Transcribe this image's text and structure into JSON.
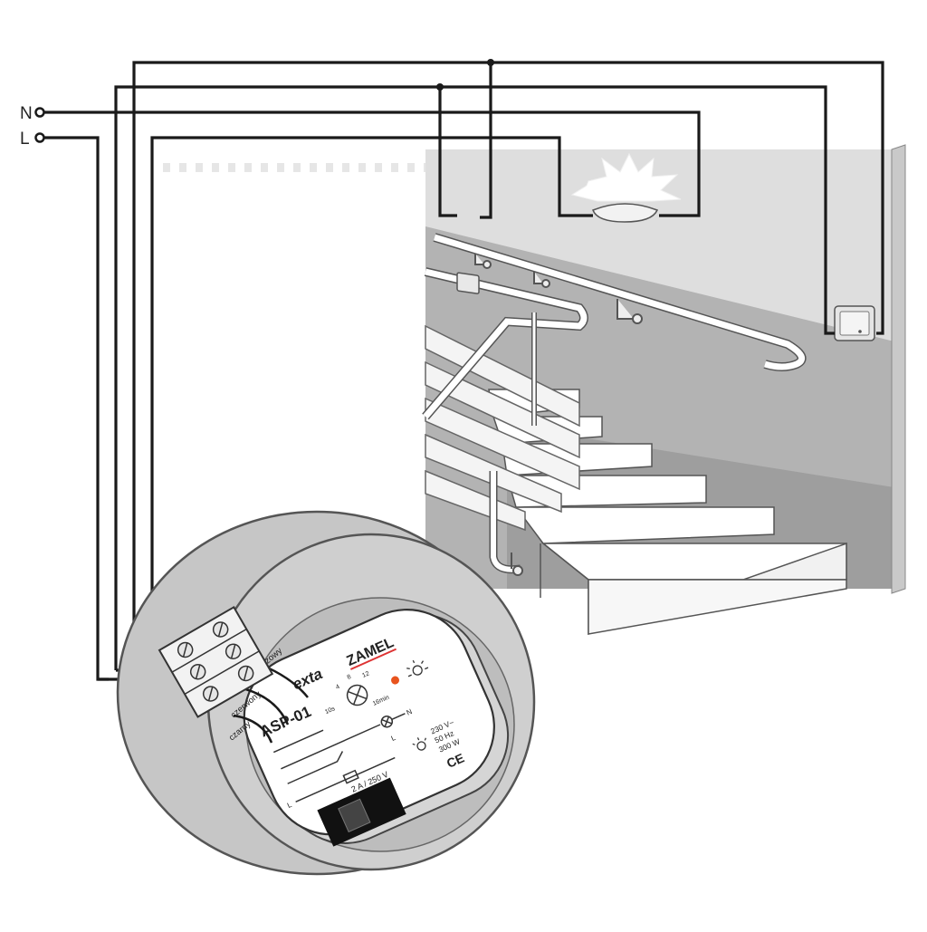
{
  "terminals": {
    "neutral": "N",
    "line": "L"
  },
  "device": {
    "brand_logo": "exta",
    "maker_logo": "ZAMEL",
    "model": "ASP-01",
    "wire_labels": [
      "brązowy",
      "czerwony",
      "czarny"
    ],
    "dial_ticks": [
      "10s",
      "4",
      "8",
      "12",
      "16min"
    ],
    "output_terminal": "N",
    "input_terminals": [
      "L",
      "L"
    ],
    "fuse_rating": "2 A / 250 V",
    "specs": [
      "230 V~",
      "50 Hz",
      "300 W"
    ],
    "ce_mark": "CE"
  },
  "colors": {
    "wire": "#1a1a1a",
    "wall_light": "#d9d9d9",
    "wall_dark": "#a8a8a8",
    "step_face": "#ffffff",
    "indicator_led": "#e8541e"
  }
}
